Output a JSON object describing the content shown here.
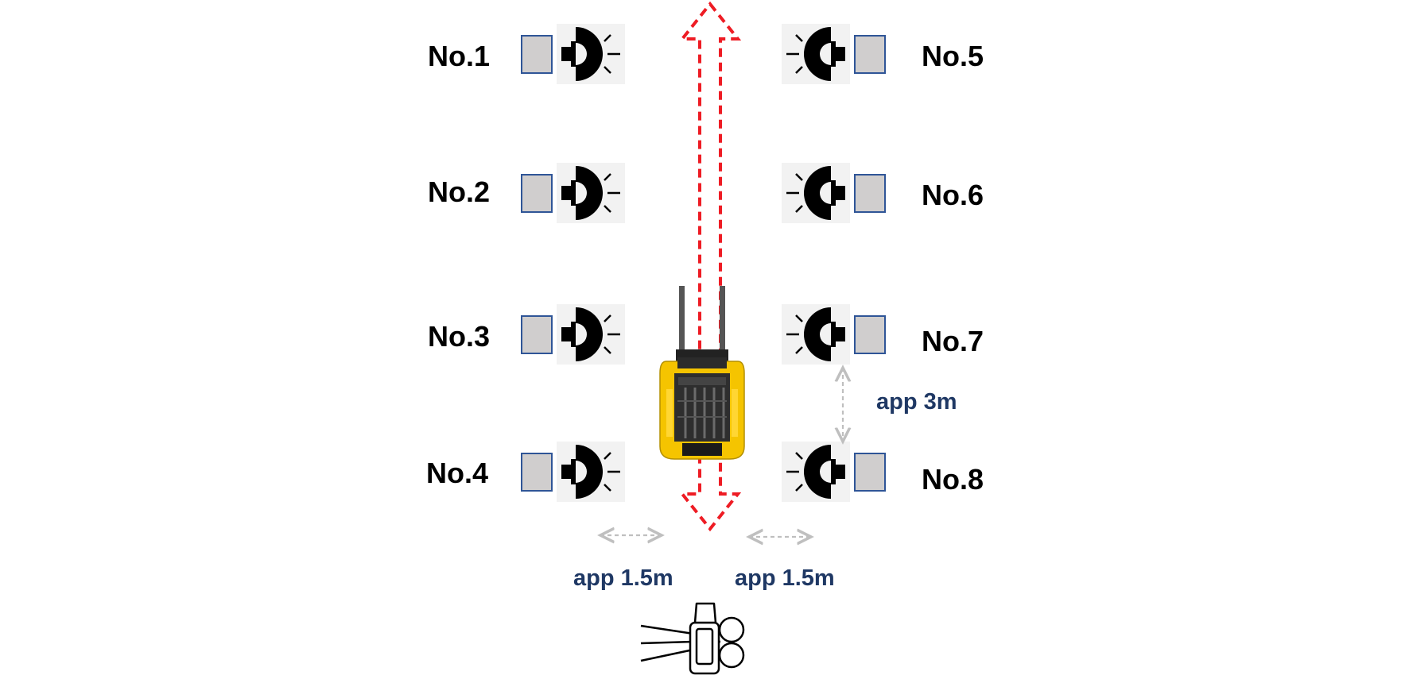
{
  "diagram": {
    "lamps": [
      {
        "id": "lamp-1",
        "label": "No.1",
        "side": "left",
        "row": 1
      },
      {
        "id": "lamp-2",
        "label": "No.2",
        "side": "left",
        "row": 2
      },
      {
        "id": "lamp-3",
        "label": "No.3",
        "side": "left",
        "row": 3
      },
      {
        "id": "lamp-4",
        "label": "No.4",
        "side": "left",
        "row": 4
      },
      {
        "id": "lamp-5",
        "label": "No.5",
        "side": "right",
        "row": 1
      },
      {
        "id": "lamp-6",
        "label": "No.6",
        "side": "right",
        "row": 2
      },
      {
        "id": "lamp-7",
        "label": "No.7",
        "side": "right",
        "row": 3
      },
      {
        "id": "lamp-8",
        "label": "No.8",
        "side": "right",
        "row": 4
      }
    ],
    "distances": {
      "vertical_spacing": "app 3m",
      "left_lateral": "app 1.5m",
      "right_lateral": "app 1.5m"
    },
    "icons": {
      "lamp": "spotlight-icon",
      "vehicle": "forklift-icon",
      "camera": "video-camera-icon",
      "path": "double-headed-arrow-icon"
    },
    "colors": {
      "path_arrow": "#ee1c24",
      "distance_text": "#1f3864",
      "distance_arrow": "#bfbfbf",
      "sensor_box_fill": "#d0cece",
      "sensor_box_border": "#2f5597",
      "lamp_tile": "#f2f2f2",
      "forklift_body": "#f5c400"
    }
  }
}
